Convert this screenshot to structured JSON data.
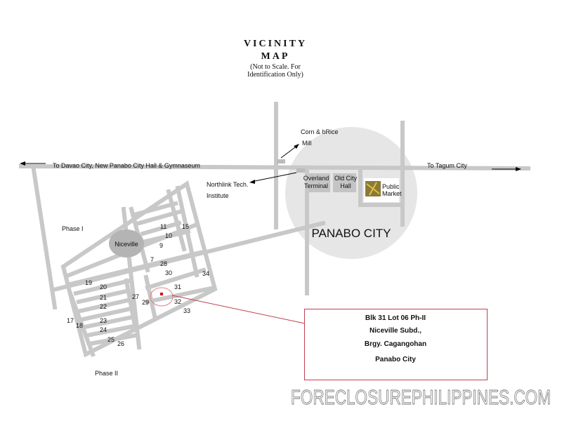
{
  "title": {
    "line1": "VICINITY",
    "line2": "MAP",
    "note1": "(Not to Scale. For",
    "note2": "Identification Only)"
  },
  "roads": {
    "west": "To Davao City, New Panabo City Hall & Gymnaseum",
    "east": "To Tagum City"
  },
  "landmarks": {
    "mill1": "Corn & bRice",
    "mill2": "Mill",
    "northlink1": "Northlink Tech.",
    "northlink2": "Institute",
    "overland1": "Overland",
    "overland2": "Terminal",
    "oldhall1": "Old City",
    "oldhall2": "Hall",
    "market1": "Public",
    "market2": "Market",
    "city": "PANABO CITY",
    "niceville": "Niceville",
    "phase1": "Phase I",
    "phase2": "Phase II"
  },
  "blocks": [
    "11",
    "15",
    "10",
    "9",
    "7",
    "28",
    "30",
    "34",
    "19",
    "20",
    "21",
    "22",
    "27",
    "29",
    "31",
    "32",
    "33",
    "17",
    "18",
    "23",
    "24",
    "25",
    "26"
  ],
  "info_box": {
    "line1": "Blk 31 Lot 06 Ph-II",
    "line2": "Niceville Subd.,",
    "line3": "Brgy. Cagangohan",
    "line4": "Panabo City"
  },
  "watermark": "FORECLOSUREPHILIPPINES.COM",
  "colors": {
    "road": "#c8c8c8",
    "city_area": "#e6e6e6",
    "marker": "#dd0000",
    "box_border": "#c04050"
  }
}
